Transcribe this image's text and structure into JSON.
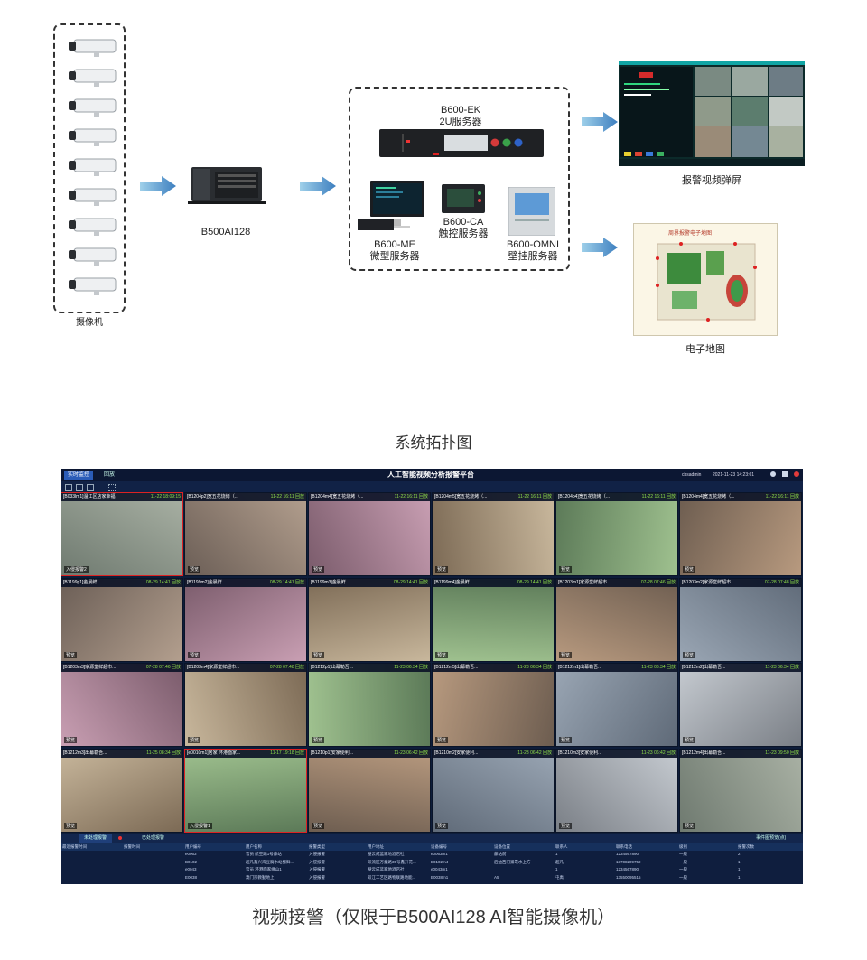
{
  "topology": {
    "cameras_label": "摄像机",
    "b500_label": "B500AI128",
    "ek_label": [
      "B600-EK",
      "2U服务器"
    ],
    "me_label": [
      "B600-ME",
      "微型服务器"
    ],
    "ca_label": [
      "B600-CA",
      "触控服务器"
    ],
    "omni_label": [
      "B600-OMNI",
      "壁挂服务器"
    ],
    "alarm_label": "报警视频弹屏",
    "map_label": "电子地图",
    "map_title": "周界报警电子地图",
    "caption": "系统拓扑图"
  },
  "ui": {
    "tab_live": "实时监控",
    "tab_record": "回放",
    "title": "人工智能视频分析报警平台",
    "user": "cbsadmin",
    "datetime": "2021-11-23 14:23:01",
    "cells": [
      {
        "name": "[B033lm1]温江区店家幸福",
        "time": "11-22 18:09:15",
        "tag": "入侵报警2"
      },
      {
        "name": "[B1204p2]宽五花烧烤（...",
        "time": "11-22 16:11 回放",
        "tag": "预览"
      },
      {
        "name": "[B1204m4]宽五花烧烤（...",
        "time": "11-22 16:11 回放",
        "tag": "预览"
      },
      {
        "name": "[B1204m5]宽五花烧烤（...",
        "time": "11-22 16:11 回放",
        "tag": "预览"
      },
      {
        "name": "[B1204p4]宽五花烧烤（...",
        "time": "11-22 16:11 回放",
        "tag": "预览"
      },
      {
        "name": "[B1204m4]宽五花烧烤（...",
        "time": "11-22 16:11 回放",
        "tag": "预览"
      },
      {
        "name": "[B1199p1]金晨鲜",
        "time": "08-29 14:41 回放",
        "tag": "预览"
      },
      {
        "name": "[B1199m2]金晨鲜",
        "time": "08-29 14:41 回放",
        "tag": "预览"
      },
      {
        "name": "[B1199m3]金晨鲜",
        "time": "08-29 14:41 回放",
        "tag": "预览"
      },
      {
        "name": "[B1199m4]金晨鲜",
        "time": "08-29 14:41 回放",
        "tag": "预览"
      },
      {
        "name": "[B1203m1]家源堂鲜超市...",
        "time": "07-28 07:46 回放",
        "tag": "预览"
      },
      {
        "name": "[B1203m2]家源堂鲜超市...",
        "time": "07-28 07:48 回放",
        "tag": "预览"
      },
      {
        "name": "[B1203m3]家源堂鲜超市...",
        "time": "07-28 07:46 回放",
        "tag": "预览"
      },
      {
        "name": "[B1203m4]家源堂鲜超市...",
        "time": "07-28 07:48 回放",
        "tag": "预览"
      },
      {
        "name": "[B1212p1]出幕勒吾...",
        "time": "11-23 06:34 回放",
        "tag": "预览"
      },
      {
        "name": "[B1212m5]出幕勒吾...",
        "time": "11-23 06:34 回放",
        "tag": "预览"
      },
      {
        "name": "[B1212m1]出幕勒吾...",
        "time": "11-23 06:34 回放",
        "tag": "预览"
      },
      {
        "name": "[B1212m2]出幕勒吾...",
        "time": "11-23 06:34 回放",
        "tag": "预览"
      },
      {
        "name": "[B1212m3]出幕勒吾...",
        "time": "11-25 08:34 回放",
        "tag": "预览"
      },
      {
        "name": "[e0010m1]居家 环港面家...",
        "time": "11-17 19:18 回放",
        "tag": "入侵报警1"
      },
      {
        "name": "[B1210p1]安家便利...",
        "time": "11-23 06:42 回放",
        "tag": "预览"
      },
      {
        "name": "[B1210m2]安家便利...",
        "time": "11-23 06:42 回放",
        "tag": "预览"
      },
      {
        "name": "[B1210m3]安家便利...",
        "time": "11-23 06:42 回放",
        "tag": "预览"
      },
      {
        "name": "[B1212m4]出幕勒吾...",
        "time": "11-23 09:50 回放",
        "tag": "预览"
      }
    ],
    "bottom_tabs": [
      "未处理报警",
      "已处理报警"
    ],
    "bottom_right": "事件图预览(点)",
    "table_headers": [
      "最近报警时间",
      "报警时间",
      "用户编号",
      "用户名称",
      "报警类型",
      "用户地址",
      "设备编号",
      "设备位置",
      "联系人",
      "联系电话",
      "级别",
      "报警次数"
    ],
    "table_rows": [
      [
        "",
        "",
        "e0063",
        "官员 航空路1号藤站",
        "入侵报警",
        "璧云成蓝家地酒店社",
        "e0063m1",
        "藤站前",
        "1",
        "1234567890",
        "一般",
        "2"
      ],
      [
        "",
        "",
        "B0102",
        "超凡鑫兴海豆腐水站蜀鲜...",
        "入侵报警",
        "双流区万童路35号鑫升花...",
        "B0102m4",
        "后边西门紧靠水上方",
        "超凡",
        "13708209759",
        "一般",
        "1"
      ],
      [
        "",
        "",
        "e0043",
        "官员 环港面家缘山1",
        "入侵报警",
        "璧云成蓝家地酒店社",
        "e0043m1",
        "",
        "1",
        "1234567890",
        "一般",
        "1"
      ],
      [
        "",
        "",
        "E0038",
        "澳门宗教勤地上",
        "入侵报警",
        "双江工艺区路物联路地能...",
        "E0038m1",
        "A5",
        "屯禹",
        "13550095515",
        "一般",
        "1"
      ]
    ]
  },
  "caption_bottom": "视频接警（仅限于B500AI128 AI智能摄像机）"
}
